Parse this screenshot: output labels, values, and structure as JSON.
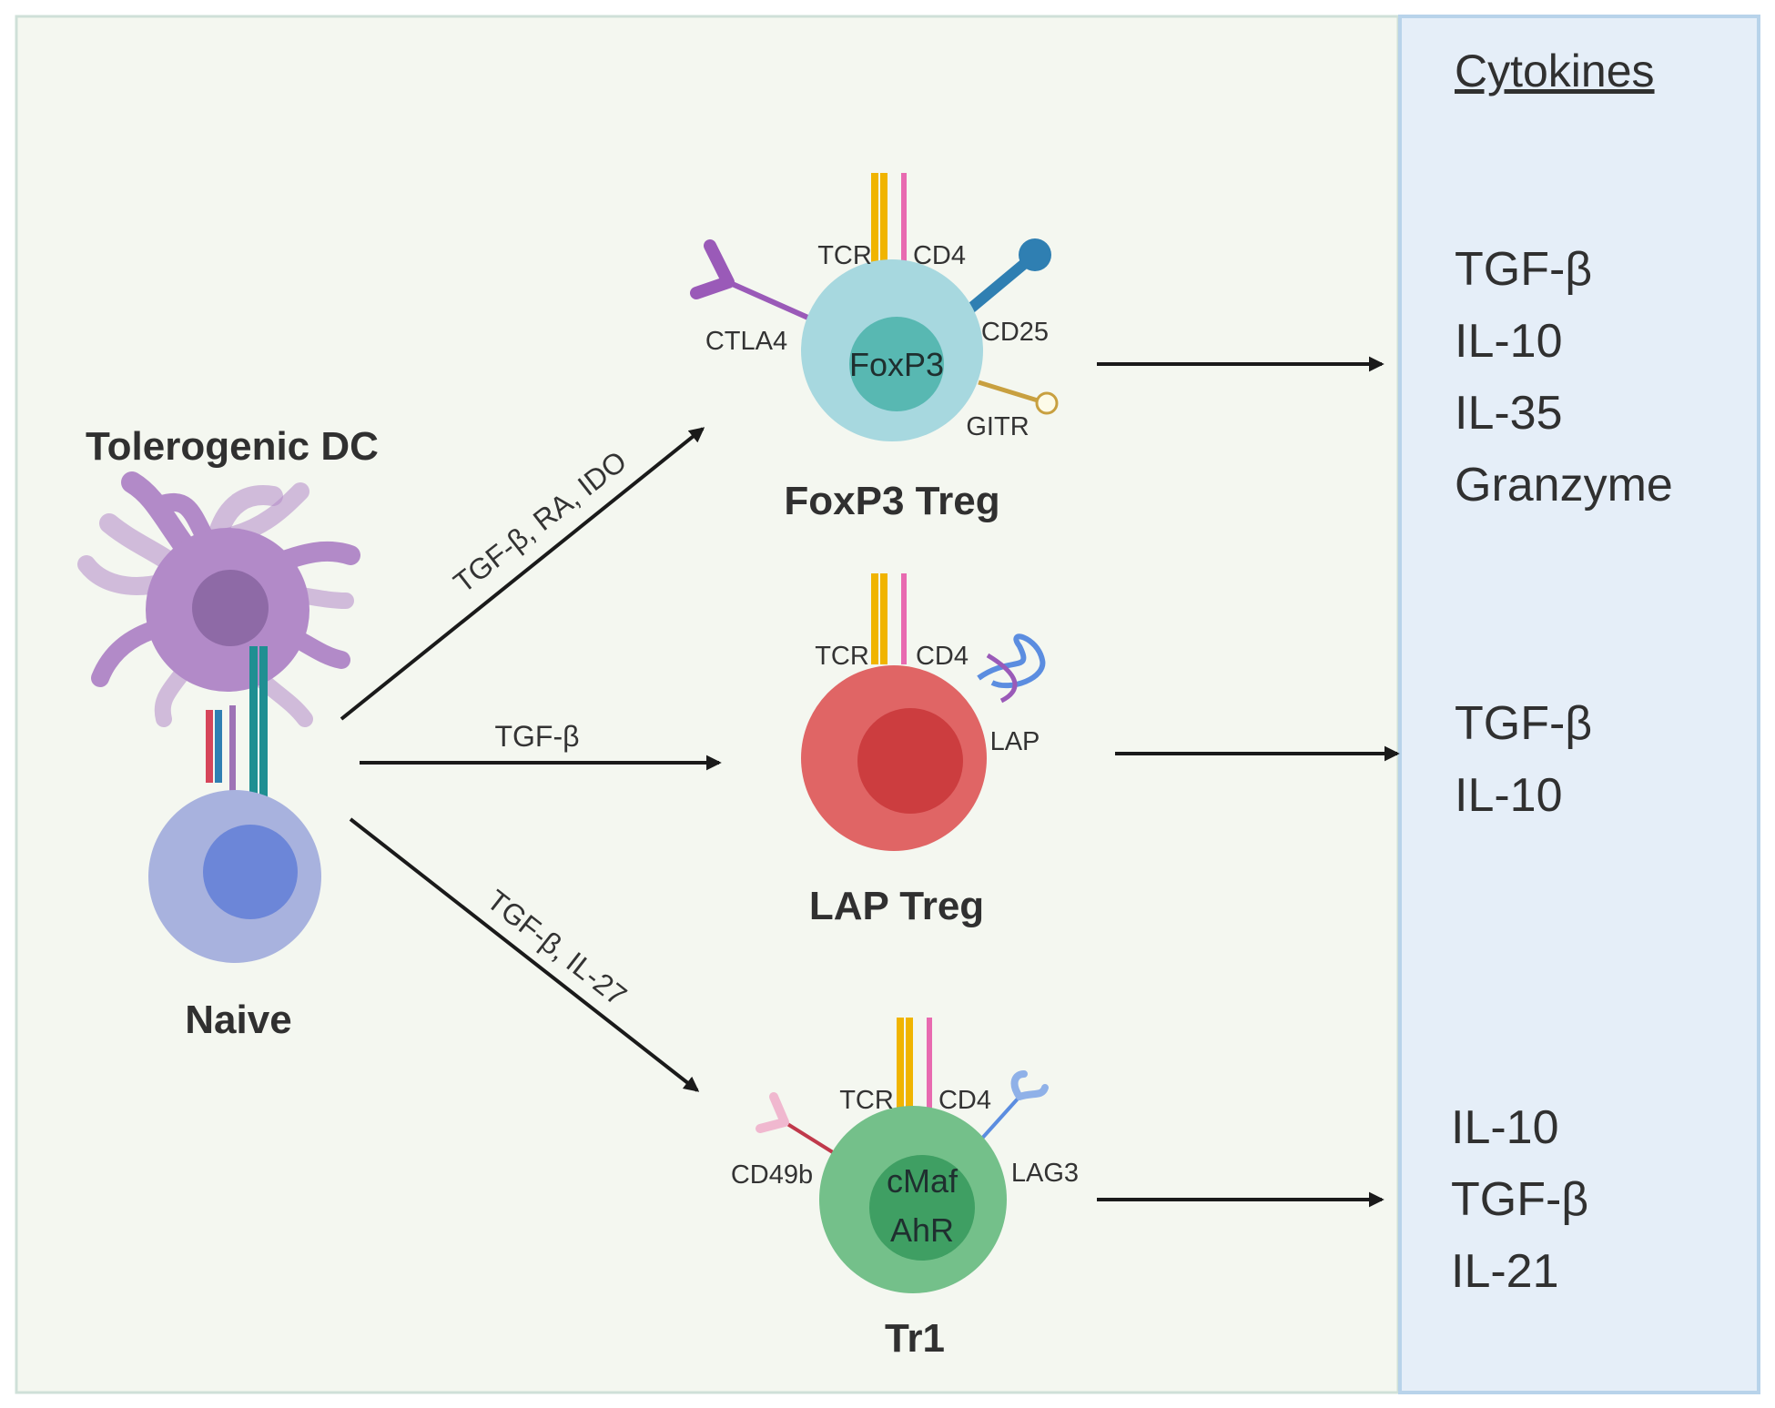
{
  "panel": {
    "title": "Cytokines"
  },
  "source": {
    "dc_label": "Tolerogenic DC",
    "naive_label": "Naive"
  },
  "cells": [
    {
      "title": "FoxP3 Treg",
      "nucleus": [
        "FoxP3"
      ],
      "markers": [
        "TCR",
        "CD4",
        "CTLA4",
        "CD25",
        "GITR"
      ],
      "inducers": "TGF-β, RA, IDO",
      "cytokines": [
        "TGF-β",
        "IL-10",
        "IL-35",
        "Granzyme"
      ],
      "colors": {
        "body": "#a7d8df",
        "nucleus": "#58b8b2"
      }
    },
    {
      "title": "LAP Treg",
      "nucleus": [],
      "markers": [
        "TCR",
        "CD4",
        "LAP"
      ],
      "inducers": "TGF-β",
      "cytokines": [
        "TGF-β",
        "IL-10"
      ],
      "colors": {
        "body": "#e06565",
        "nucleus": "#cc3d3f"
      }
    },
    {
      "title": "Tr1",
      "nucleus": [
        "cMaf",
        "AhR"
      ],
      "markers": [
        "TCR",
        "CD4",
        "CD49b",
        "LAG3"
      ],
      "inducers": "TGF-β, IL-27",
      "cytokines": [
        "IL-10",
        "TGF-β",
        "IL-21"
      ],
      "colors": {
        "body": "#74c08a",
        "nucleus": "#3f9f63"
      }
    }
  ],
  "colors": {
    "background": "#f4f7f0",
    "cytokine_panel": "#e5eef8",
    "panel_border": "#b8d3ea",
    "dc": "#b28ac8",
    "naive": "#a8b2de",
    "tcr": "#f0b400",
    "cd4": "#e86ab0",
    "arrow": "#1a1a1a"
  }
}
